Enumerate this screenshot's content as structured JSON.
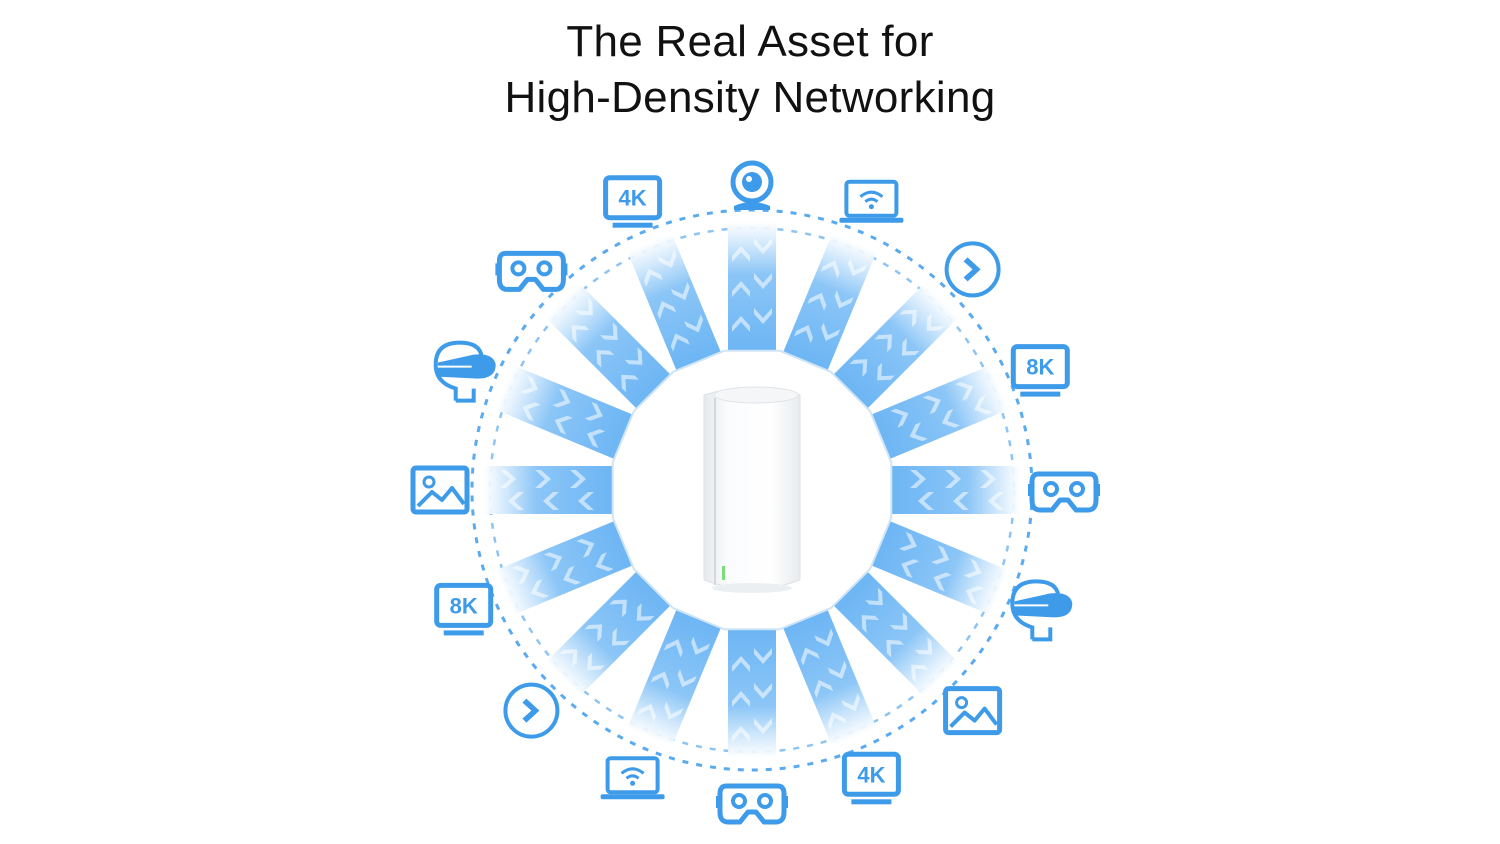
{
  "header": {
    "title_line1": "The Real Asset for",
    "title_line2": "High-Density Networking"
  },
  "colors": {
    "accent": "#3d9be9",
    "beam": "#6cb5f4",
    "dashed_ring": "#5aaaf0",
    "title": "#111111"
  },
  "diagram": {
    "center_device": "mesh-router",
    "devices": [
      {
        "icon": "webcam-icon"
      },
      {
        "icon": "laptop-wifi-icon"
      },
      {
        "icon": "play-icon"
      },
      {
        "icon": "monitor-8k-icon",
        "label": "8K"
      },
      {
        "icon": "gamepad-icon"
      },
      {
        "icon": "vr-headset-icon"
      },
      {
        "icon": "image-icon"
      },
      {
        "icon": "monitor-4k-icon",
        "label": "4K"
      },
      {
        "icon": "gamepad-icon"
      },
      {
        "icon": "laptop-wifi-icon"
      },
      {
        "icon": "play-icon"
      },
      {
        "icon": "monitor-8k-icon",
        "label": "8K"
      },
      {
        "icon": "image-icon"
      },
      {
        "icon": "vr-headset-icon"
      },
      {
        "icon": "gamepad-icon"
      },
      {
        "icon": "monitor-4k-icon",
        "label": "4K"
      }
    ]
  }
}
